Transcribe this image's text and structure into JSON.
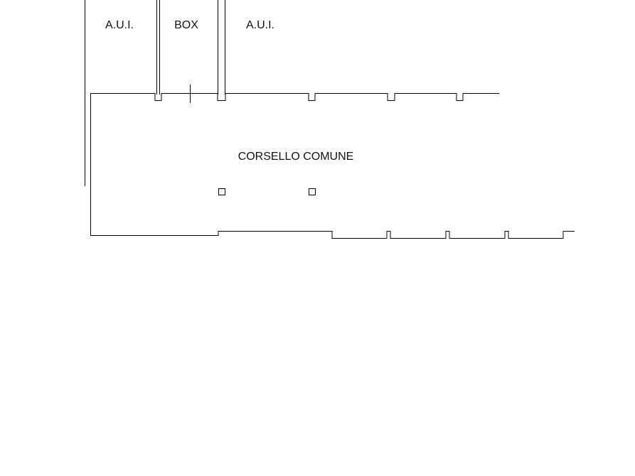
{
  "labels": {
    "aui_left": "A.U.I.",
    "box": "BOX",
    "aui_right": "A.U.I.",
    "corridor": "CORSELLO COMUNE"
  }
}
